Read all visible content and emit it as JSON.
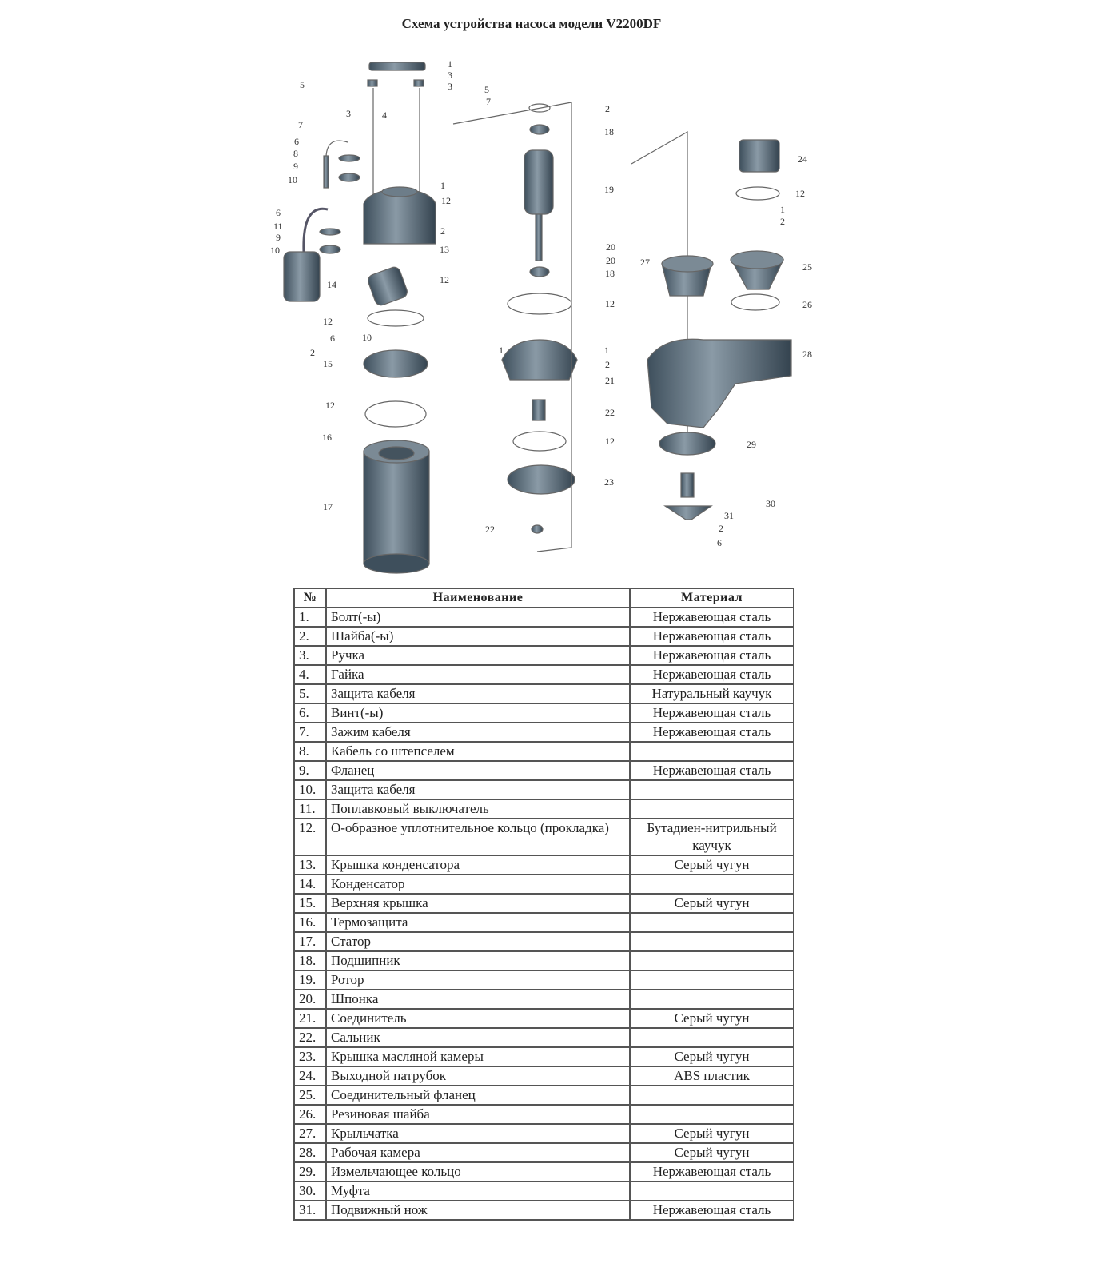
{
  "title": "Схема устройства насоса модели V2200DF",
  "diagram": {
    "callouts": [
      "1",
      "3",
      "3",
      "5",
      "3",
      "4",
      "7",
      "5",
      "7",
      "6",
      "8",
      "9",
      "10",
      "1",
      "12",
      "6",
      "11",
      "9",
      "10",
      "2",
      "13",
      "14",
      "12",
      "12",
      "6",
      "10",
      "2",
      "15",
      "12",
      "16",
      "17",
      "2",
      "18",
      "19",
      "20",
      "20",
      "18",
      "12",
      "1",
      "1",
      "2",
      "21",
      "22",
      "12",
      "23",
      "22",
      "24",
      "12",
      "1",
      "2",
      "25",
      "27",
      "26",
      "28",
      "29",
      "30",
      "31",
      "2",
      "6"
    ]
  },
  "table": {
    "headers": [
      "№",
      "Наименование",
      "Материал"
    ],
    "rows": [
      [
        "1.",
        "Болт(-ы)",
        "Нержавеющая сталь"
      ],
      [
        "2.",
        "Шайба(-ы)",
        "Нержавеющая сталь"
      ],
      [
        "3.",
        "Ручка",
        "Нержавеющая сталь"
      ],
      [
        "4.",
        "Гайка",
        "Нержавеющая сталь"
      ],
      [
        "5.",
        "Защита кабеля",
        "Натуральный каучук"
      ],
      [
        "6.",
        "Винт(-ы)",
        "Нержавеющая сталь"
      ],
      [
        "7.",
        "Зажим кабеля",
        "Нержавеющая сталь"
      ],
      [
        "8.",
        "Кабель со штепселем",
        ""
      ],
      [
        "9.",
        "Фланец",
        "Нержавеющая сталь"
      ],
      [
        "10.",
        "Защита кабеля",
        ""
      ],
      [
        "11.",
        "Поплавковый выключатель",
        ""
      ],
      [
        "12.",
        "О-образное уплотнительное кольцо (прокладка)",
        "Бутадиен-нитрильный каучук"
      ],
      [
        "13.",
        "Крышка конденсатора",
        "Серый чугун"
      ],
      [
        "14.",
        "Конденсатор",
        ""
      ],
      [
        "15.",
        "Верхняя крышка",
        "Серый чугун"
      ],
      [
        "16.",
        "Термозащита",
        ""
      ],
      [
        "17.",
        "Статор",
        ""
      ],
      [
        "18.",
        "Подшипник",
        ""
      ],
      [
        "19.",
        "Ротор",
        ""
      ],
      [
        "20.",
        "Шпонка",
        ""
      ],
      [
        "21.",
        "Соединитель",
        "Серый чугун"
      ],
      [
        "22.",
        "Сальник",
        ""
      ],
      [
        "23.",
        "Крышка масляной камеры",
        "Серый чугун"
      ],
      [
        "24.",
        "Выходной патрубок",
        "ABS пластик"
      ],
      [
        "25.",
        "Соединительный фланец",
        ""
      ],
      [
        "26.",
        "Резиновая шайба",
        ""
      ],
      [
        "27.",
        "Крыльчатка",
        "Серый чугун"
      ],
      [
        "28.",
        "Рабочая камера",
        "Серый чугун"
      ],
      [
        "29.",
        "Измельчающее кольцо",
        "Нержавеющая сталь"
      ],
      [
        "30.",
        "Муфта",
        ""
      ],
      [
        "31.",
        "Подвижный нож",
        "Нержавеющая сталь"
      ]
    ]
  }
}
